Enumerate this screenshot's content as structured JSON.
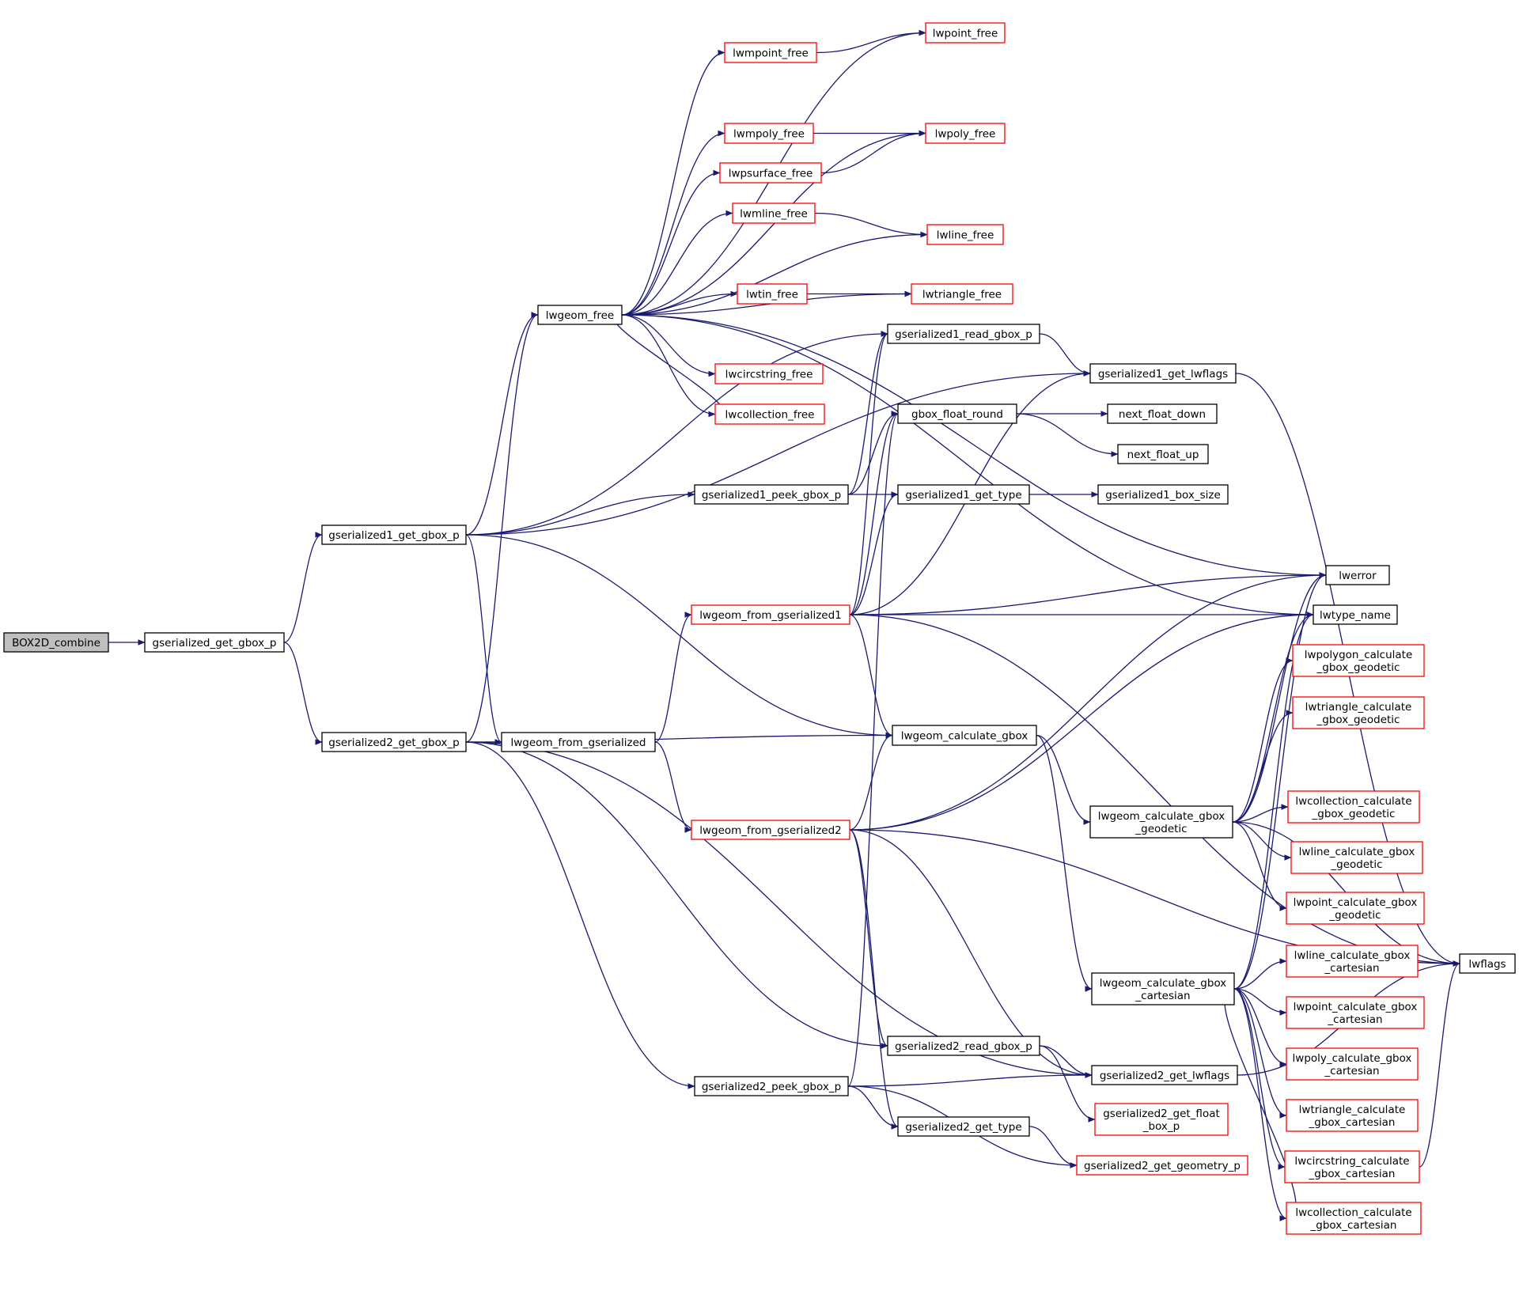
{
  "colors": {
    "edge": "#191970",
    "root_fill": "#bfbfbf",
    "normal_border": "#000000",
    "external_border": "#ff0000",
    "background": "#ffffff"
  },
  "nodes": [
    {
      "id": "box2d_combine",
      "label": [
        "BOX2D_combine"
      ],
      "style": "root"
    },
    {
      "id": "gserialized_get_gbox_p",
      "label": [
        "gserialized_get_gbox_p"
      ],
      "style": "normal"
    },
    {
      "id": "gserialized1_get_gbox_p",
      "label": [
        "gserialized1_get_gbox_p"
      ],
      "style": "normal"
    },
    {
      "id": "gserialized2_get_gbox_p",
      "label": [
        "gserialized2_get_gbox_p"
      ],
      "style": "normal"
    },
    {
      "id": "lwgeom_free",
      "label": [
        "lwgeom_free"
      ],
      "style": "normal"
    },
    {
      "id": "lwpoint_free",
      "label": [
        "lwpoint_free"
      ],
      "style": "external"
    },
    {
      "id": "lwmpoint_free",
      "label": [
        "lwmpoint_free"
      ],
      "style": "external"
    },
    {
      "id": "lwpoly_free",
      "label": [
        "lwpoly_free"
      ],
      "style": "external"
    },
    {
      "id": "lwmpoly_free",
      "label": [
        "lwmpoly_free"
      ],
      "style": "external"
    },
    {
      "id": "lwpsurface_free",
      "label": [
        "lwpsurface_free"
      ],
      "style": "external"
    },
    {
      "id": "lwmline_free",
      "label": [
        "lwmline_free"
      ],
      "style": "external"
    },
    {
      "id": "lwline_free",
      "label": [
        "lwline_free"
      ],
      "style": "external"
    },
    {
      "id": "lwtin_free",
      "label": [
        "lwtin_free"
      ],
      "style": "external"
    },
    {
      "id": "lwtriangle_free",
      "label": [
        "lwtriangle_free"
      ],
      "style": "external"
    },
    {
      "id": "lwcircstring_free",
      "label": [
        "lwcircstring_free"
      ],
      "style": "external"
    },
    {
      "id": "lwcollection_free",
      "label": [
        "lwcollection_free"
      ],
      "style": "external"
    },
    {
      "id": "gserialized1_read_gbox_p",
      "label": [
        "gserialized1_read_gbox_p"
      ],
      "style": "normal"
    },
    {
      "id": "gserialized1_get_lwflags",
      "label": [
        "gserialized1_get_lwflags"
      ],
      "style": "normal"
    },
    {
      "id": "gbox_float_round",
      "label": [
        "gbox_float_round"
      ],
      "style": "normal"
    },
    {
      "id": "next_float_down",
      "label": [
        "next_float_down"
      ],
      "style": "normal"
    },
    {
      "id": "next_float_up",
      "label": [
        "next_float_up"
      ],
      "style": "normal"
    },
    {
      "id": "gserialized1_peek_gbox_p",
      "label": [
        "gserialized1_peek_gbox_p"
      ],
      "style": "normal"
    },
    {
      "id": "gserialized1_get_type",
      "label": [
        "gserialized1_get_type"
      ],
      "style": "normal"
    },
    {
      "id": "gserialized1_box_size",
      "label": [
        "gserialized1_box_size"
      ],
      "style": "normal"
    },
    {
      "id": "lwerror",
      "label": [
        "lwerror"
      ],
      "style": "normal"
    },
    {
      "id": "lwtype_name",
      "label": [
        "lwtype_name"
      ],
      "style": "normal"
    },
    {
      "id": "lwgeom_from_gserialized1",
      "label": [
        "lwgeom_from_gserialized1"
      ],
      "style": "external"
    },
    {
      "id": "lwpolygon_calculate_gbox_geodetic",
      "label": [
        "lwpolygon_calculate",
        "_gbox_geodetic"
      ],
      "style": "external"
    },
    {
      "id": "lwtriangle_calculate_gbox_geodetic",
      "label": [
        "lwtriangle_calculate",
        "_gbox_geodetic"
      ],
      "style": "external"
    },
    {
      "id": "lwgeom_calculate_gbox",
      "label": [
        "lwgeom_calculate_gbox"
      ],
      "style": "normal"
    },
    {
      "id": "lwgeom_from_gserialized",
      "label": [
        "lwgeom_from_gserialized"
      ],
      "style": "normal"
    },
    {
      "id": "lwcollection_calculate_gbox_geodetic",
      "label": [
        "lwcollection_calculate",
        "_gbox_geodetic"
      ],
      "style": "external"
    },
    {
      "id": "lwgeom_calculate_gbox_geodetic",
      "label": [
        "lwgeom_calculate_gbox",
        "_geodetic"
      ],
      "style": "normal"
    },
    {
      "id": "lwgeom_from_gserialized2",
      "label": [
        "lwgeom_from_gserialized2"
      ],
      "style": "external"
    },
    {
      "id": "lwline_calculate_gbox_geodetic",
      "label": [
        "lwline_calculate_gbox",
        "_geodetic"
      ],
      "style": "external"
    },
    {
      "id": "lwpoint_calculate_gbox_geodetic",
      "label": [
        "lwpoint_calculate_gbox",
        "_geodetic"
      ],
      "style": "external"
    },
    {
      "id": "lwline_calculate_gbox_cartesian",
      "label": [
        "lwline_calculate_gbox",
        "_cartesian"
      ],
      "style": "external"
    },
    {
      "id": "lwflags",
      "label": [
        "lwflags"
      ],
      "style": "normal"
    },
    {
      "id": "lwgeom_calculate_gbox_cartesian",
      "label": [
        "lwgeom_calculate_gbox",
        "_cartesian"
      ],
      "style": "normal"
    },
    {
      "id": "lwpoint_calculate_gbox_cartesian",
      "label": [
        "lwpoint_calculate_gbox",
        "_cartesian"
      ],
      "style": "external"
    },
    {
      "id": "gserialized2_read_gbox_p",
      "label": [
        "gserialized2_read_gbox_p"
      ],
      "style": "normal"
    },
    {
      "id": "lwpoly_calculate_gbox_cartesian",
      "label": [
        "lwpoly_calculate_gbox",
        "_cartesian"
      ],
      "style": "external"
    },
    {
      "id": "gserialized2_get_lwflags",
      "label": [
        "gserialized2_get_lwflags"
      ],
      "style": "normal"
    },
    {
      "id": "gserialized2_peek_gbox_p",
      "label": [
        "gserialized2_peek_gbox_p"
      ],
      "style": "normal"
    },
    {
      "id": "gserialized2_get_float_box_p",
      "label": [
        "gserialized2_get_float",
        "_box_p"
      ],
      "style": "external"
    },
    {
      "id": "lwtriangle_calculate_gbox_cartesian",
      "label": [
        "lwtriangle_calculate",
        "_gbox_cartesian"
      ],
      "style": "external"
    },
    {
      "id": "gserialized2_get_type",
      "label": [
        "gserialized2_get_type"
      ],
      "style": "normal"
    },
    {
      "id": "lwcircstring_calculate_gbox_cartesian",
      "label": [
        "lwcircstring_calculate",
        "_gbox_cartesian"
      ],
      "style": "external"
    },
    {
      "id": "gserialized2_get_geometry_p",
      "label": [
        "gserialized2_get_geometry_p"
      ],
      "style": "external"
    },
    {
      "id": "lwcollection_calculate_gbox_cartesian",
      "label": [
        "lwcollection_calculate",
        "_gbox_cartesian"
      ],
      "style": "external"
    }
  ],
  "edges": [
    [
      "box2d_combine",
      "gserialized_get_gbox_p"
    ],
    [
      "gserialized_get_gbox_p",
      "gserialized1_get_gbox_p"
    ],
    [
      "gserialized_get_gbox_p",
      "gserialized2_get_gbox_p"
    ],
    [
      "gserialized1_get_gbox_p",
      "lwgeom_free"
    ],
    [
      "gserialized1_get_gbox_p",
      "gserialized1_get_lwflags"
    ],
    [
      "gserialized1_get_gbox_p",
      "gserialized1_peek_gbox_p"
    ],
    [
      "gserialized1_get_gbox_p",
      "gserialized1_read_gbox_p"
    ],
    [
      "gserialized1_get_gbox_p",
      "lwgeom_from_gserialized"
    ],
    [
      "gserialized1_get_gbox_p",
      "lwgeom_calculate_gbox"
    ],
    [
      "gserialized2_get_gbox_p",
      "lwgeom_free"
    ],
    [
      "gserialized2_get_gbox_p",
      "gserialized2_get_lwflags"
    ],
    [
      "gserialized2_get_gbox_p",
      "gserialized2_peek_gbox_p"
    ],
    [
      "gserialized2_get_gbox_p",
      "gserialized2_read_gbox_p"
    ],
    [
      "gserialized2_get_gbox_p",
      "lwgeom_from_gserialized"
    ],
    [
      "gserialized2_get_gbox_p",
      "lwgeom_calculate_gbox"
    ],
    [
      "lwgeom_free",
      "lwpoint_free"
    ],
    [
      "lwgeom_free",
      "lwmpoint_free"
    ],
    [
      "lwgeom_free",
      "lwpoly_free"
    ],
    [
      "lwgeom_free",
      "lwmpoly_free"
    ],
    [
      "lwgeom_free",
      "lwpsurface_free"
    ],
    [
      "lwgeom_free",
      "lwmline_free"
    ],
    [
      "lwgeom_free",
      "lwline_free"
    ],
    [
      "lwgeom_free",
      "lwtin_free"
    ],
    [
      "lwgeom_free",
      "lwtriangle_free"
    ],
    [
      "lwgeom_free",
      "lwcircstring_free"
    ],
    [
      "lwgeom_free",
      "lwcollection_free"
    ],
    [
      "lwgeom_free",
      "lwerror"
    ],
    [
      "lwgeom_free",
      "lwtype_name"
    ],
    [
      "lwcollection_free",
      "lwgeom_free"
    ],
    [
      "lwmpoint_free",
      "lwpoint_free"
    ],
    [
      "lwmpoly_free",
      "lwpoly_free"
    ],
    [
      "lwpsurface_free",
      "lwpoly_free"
    ],
    [
      "lwmline_free",
      "lwline_free"
    ],
    [
      "lwtin_free",
      "lwtriangle_free"
    ],
    [
      "gserialized1_read_gbox_p",
      "gserialized1_get_lwflags"
    ],
    [
      "gserialized1_get_lwflags",
      "lwflags"
    ],
    [
      "gbox_float_round",
      "next_float_down"
    ],
    [
      "gbox_float_round",
      "next_float_up"
    ],
    [
      "gserialized1_peek_gbox_p",
      "gbox_float_round"
    ],
    [
      "gserialized1_peek_gbox_p",
      "gserialized1_get_type"
    ],
    [
      "gserialized1_peek_gbox_p",
      "gserialized1_read_gbox_p"
    ],
    [
      "gserialized1_get_type",
      "gserialized1_box_size"
    ],
    [
      "lwgeom_from_gserialized",
      "lwgeom_from_gserialized1"
    ],
    [
      "lwgeom_from_gserialized",
      "lwgeom_from_gserialized2"
    ],
    [
      "lwgeom_from_gserialized1",
      "gserialized1_read_gbox_p"
    ],
    [
      "lwgeom_from_gserialized1",
      "gserialized1_get_lwflags"
    ],
    [
      "lwgeom_from_gserialized1",
      "gbox_float_round"
    ],
    [
      "lwgeom_from_gserialized1",
      "gserialized1_get_type"
    ],
    [
      "lwgeom_from_gserialized1",
      "lwerror"
    ],
    [
      "lwgeom_from_gserialized1",
      "lwtype_name"
    ],
    [
      "lwgeom_from_gserialized1",
      "lwflags"
    ],
    [
      "lwgeom_from_gserialized1",
      "lwgeom_calculate_gbox"
    ],
    [
      "lwgeom_from_gserialized2",
      "lwgeom_calculate_gbox"
    ],
    [
      "lwgeom_from_gserialized2",
      "lwerror"
    ],
    [
      "lwgeom_from_gserialized2",
      "lwtype_name"
    ],
    [
      "lwgeom_from_gserialized2",
      "gserialized2_read_gbox_p"
    ],
    [
      "lwgeom_from_gserialized2",
      "gserialized2_get_lwflags"
    ],
    [
      "lwgeom_from_gserialized2",
      "gserialized2_get_type"
    ],
    [
      "lwgeom_from_gserialized2",
      "lwflags"
    ],
    [
      "gserialized2_peek_gbox_p",
      "gbox_float_round"
    ],
    [
      "gserialized2_peek_gbox_p",
      "gserialized2_get_lwflags"
    ],
    [
      "gserialized2_peek_gbox_p",
      "gserialized2_get_type"
    ],
    [
      "gserialized2_peek_gbox_p",
      "gserialized2_get_geometry_p"
    ],
    [
      "gserialized2_read_gbox_p",
      "gserialized2_get_lwflags"
    ],
    [
      "gserialized2_read_gbox_p",
      "gserialized2_get_float_box_p"
    ],
    [
      "gserialized2_get_type",
      "gserialized2_get_geometry_p"
    ],
    [
      "gserialized2_get_lwflags",
      "lwflags"
    ],
    [
      "lwgeom_calculate_gbox",
      "lwgeom_calculate_gbox_geodetic"
    ],
    [
      "lwgeom_calculate_gbox",
      "lwgeom_calculate_gbox_cartesian"
    ],
    [
      "lwgeom_calculate_gbox_geodetic",
      "lwerror"
    ],
    [
      "lwgeom_calculate_gbox_geodetic",
      "lwtype_name"
    ],
    [
      "lwgeom_calculate_gbox_geodetic",
      "lwpolygon_calculate_gbox_geodetic"
    ],
    [
      "lwgeom_calculate_gbox_geodetic",
      "lwtriangle_calculate_gbox_geodetic"
    ],
    [
      "lwgeom_calculate_gbox_geodetic",
      "lwcollection_calculate_gbox_geodetic"
    ],
    [
      "lwgeom_calculate_gbox_geodetic",
      "lwline_calculate_gbox_geodetic"
    ],
    [
      "lwgeom_calculate_gbox_geodetic",
      "lwpoint_calculate_gbox_geodetic"
    ],
    [
      "lwgeom_calculate_gbox_geodetic",
      "lwflags"
    ],
    [
      "lwgeom_calculate_gbox_cartesian",
      "lwerror"
    ],
    [
      "lwgeom_calculate_gbox_cartesian",
      "lwtype_name"
    ],
    [
      "lwgeom_calculate_gbox_cartesian",
      "lwline_calculate_gbox_cartesian"
    ],
    [
      "lwgeom_calculate_gbox_cartesian",
      "lwpoint_calculate_gbox_cartesian"
    ],
    [
      "lwgeom_calculate_gbox_cartesian",
      "lwpoly_calculate_gbox_cartesian"
    ],
    [
      "lwgeom_calculate_gbox_cartesian",
      "lwtriangle_calculate_gbox_cartesian"
    ],
    [
      "lwgeom_calculate_gbox_cartesian",
      "lwcircstring_calculate_gbox_cartesian"
    ],
    [
      "lwgeom_calculate_gbox_cartesian",
      "lwcollection_calculate_gbox_cartesian"
    ],
    [
      "lwcircstring_calculate_gbox_cartesian",
      "lwflags"
    ],
    [
      "lwcollection_calculate_gbox_cartesian",
      "lwgeom_calculate_gbox_cartesian"
    ]
  ]
}
